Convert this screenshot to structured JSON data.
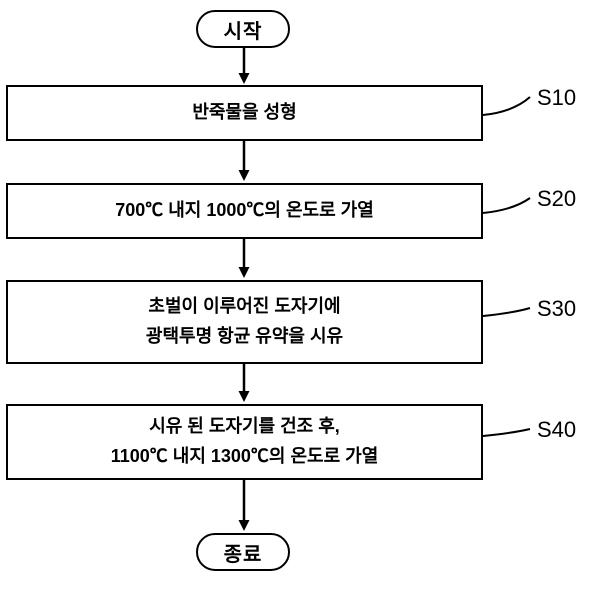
{
  "diagram": {
    "start_label": "시작",
    "end_label": "종료",
    "steps": [
      {
        "id": "S10",
        "line1": "반죽물을 성형",
        "line2": ""
      },
      {
        "id": "S20",
        "line1": "700℃ 내지 1000℃의 온도로 가열",
        "line2": ""
      },
      {
        "id": "S30",
        "line1": "초벌이 이루어진 도자기에",
        "line2": "광택투명 항균 유약을 시유"
      },
      {
        "id": "S40",
        "line1": "시유 된 도자기를 건조 후,",
        "line2": "1100℃ 내지 1300℃의 온도로 가열"
      }
    ],
    "colors": {
      "stroke": "#000000",
      "background": "#ffffff"
    }
  }
}
